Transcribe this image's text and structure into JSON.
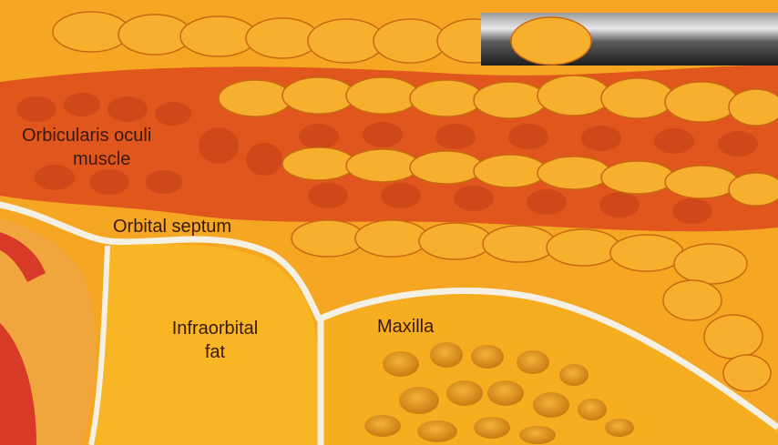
{
  "labels": {
    "orbicularis_line1": "Orbicularis oculi",
    "orbicularis_line2": "muscle",
    "orbital_septum": "Orbital septum",
    "infraorbital_line1": "Infraorbital",
    "infraorbital_line2": "fat",
    "maxilla": "Maxilla"
  },
  "colors": {
    "background_tissue": "#f5a623",
    "muscle_bundle": "#f7b02e",
    "muscle_bundle_outline": "#c96a12",
    "muscle_fibers": "#e0561c",
    "septum_line": "#f4f0e4",
    "fat_pad": "#f8b524",
    "maxilla_bone": "#f7ad20",
    "bone_pits": "#d98a14",
    "globe_red": "#d83a2a",
    "instrument_dark": "#3a3a3a",
    "instrument_light": "#cfcfcf"
  }
}
